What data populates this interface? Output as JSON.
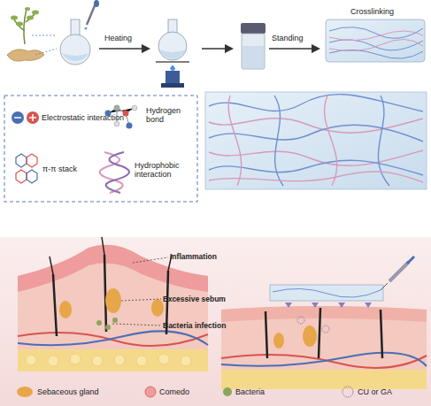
{
  "diagram": {
    "labels": [
      "Heating",
      "Standing",
      "Crosslinking",
      "Inflammation",
      "Excessive sebum",
      "Bacteria infection"
    ],
    "legend": [
      {
        "text": "Electrostatic interaction"
      },
      {
        "text": "Hydrogen bond"
      },
      {
        "text": "π-π stack"
      },
      {
        "text": "Hydrophobic interaction"
      },
      {
        "text": "Sebaceous gland"
      },
      {
        "text": "Comedo"
      },
      {
        "text": "Bacteria"
      },
      {
        "text": "CU or GA"
      }
    ]
  }
}
